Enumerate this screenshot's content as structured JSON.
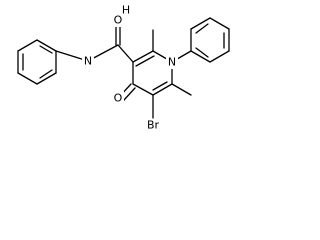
{
  "atom_labels": {
    "carbonyl_oxygen": "O",
    "amide_nitrogen": "N",
    "amide_hydrogen": "H",
    "ring_nitrogen": "N",
    "ketone_oxygen": "O",
    "bromine": "Br"
  }
}
